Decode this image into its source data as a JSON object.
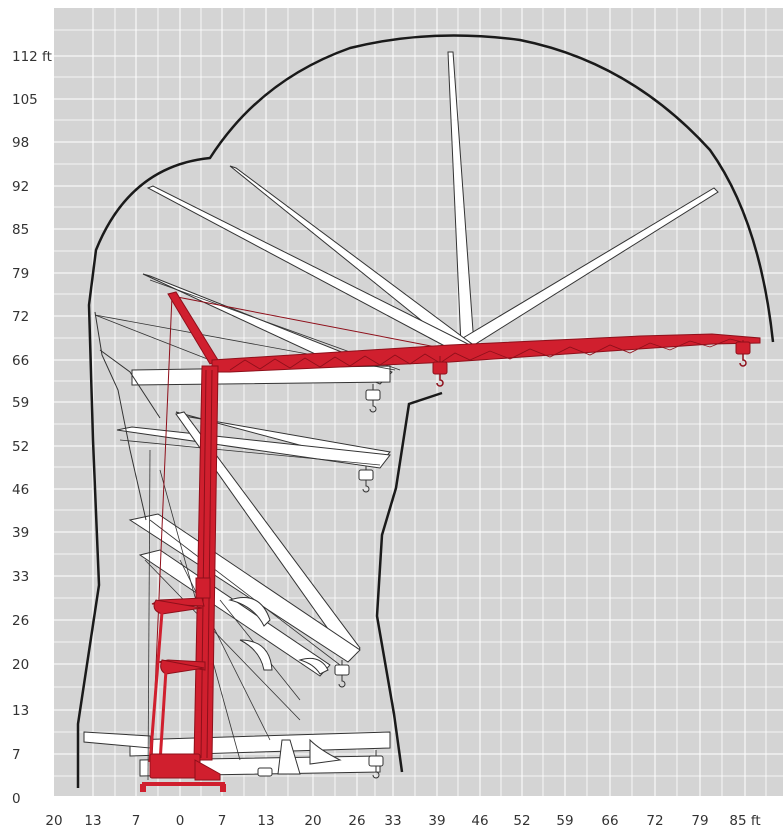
{
  "axes": {
    "x_ticks": [
      "20",
      "13",
      "7",
      "0",
      "7",
      "13",
      "20",
      "26",
      "33",
      "39",
      "46",
      "52",
      "59",
      "66",
      "72",
      "79",
      "85 ft"
    ],
    "y_ticks": [
      "0",
      "7",
      "13",
      "20",
      "26",
      "33",
      "39",
      "46",
      "52",
      "59",
      "66",
      "72",
      "79",
      "85",
      "92",
      "98",
      "105",
      "112 ft"
    ]
  },
  "colors": {
    "plot_background": "#d4d4d4",
    "grid_line": "#ffffff",
    "crane_red": "#d01f2e",
    "crane_dark_red": "#8e0f1a",
    "boom_outline": "#333333",
    "envelope_line": "#1a1a1a",
    "label_text": "#333333"
  },
  "crane": {
    "ghost_jib_count": 9,
    "ghost_hook_count": 6
  }
}
